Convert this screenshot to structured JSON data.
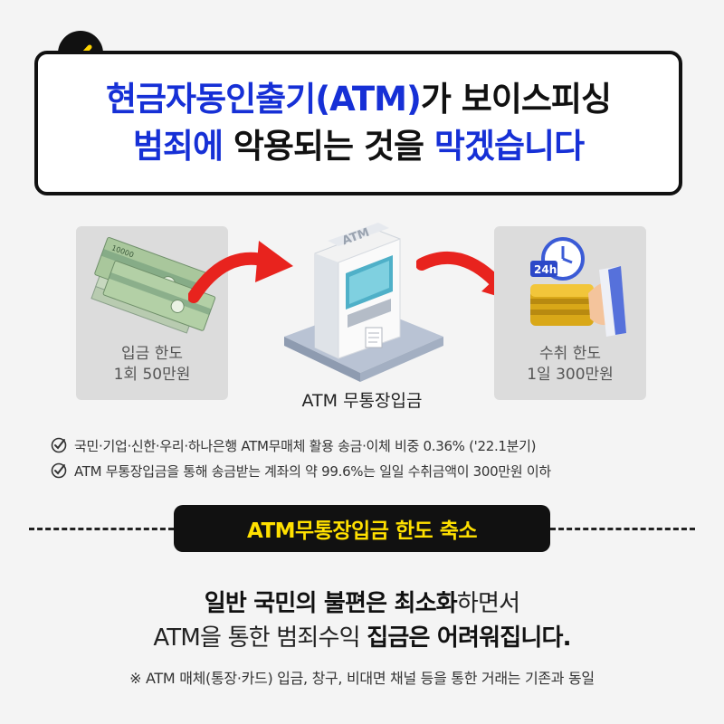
{
  "title": {
    "line1_blue": "현금자동인출기(ATM)",
    "line1_dark": "가 보이스피싱",
    "line2_blue1": "범죄에",
    "line2_dark": " 악용되는 것을 ",
    "line2_blue2": "막겠습니다"
  },
  "flow": {
    "deposit_caption_line1": "입금 한도",
    "deposit_caption_line2": "1회 50만원",
    "atm_label": "ATM 무통장입금",
    "withdraw_caption_line1": "수취 한도",
    "withdraw_caption_line2": "1일 300만원",
    "banknote_value": "10000",
    "clock_badge": "24h"
  },
  "bullets": [
    "국민·기업·신한·우리·하나은행 ATM무매체 활용 송금·이체 비중 0.36% ('22.1분기)",
    "ATM 무통장입금을 통해 송금받는 계좌의 약 99.6%는 일일 수취금액이 300만원 이하"
  ],
  "pill_label": "ATM무통장입금 한도 축소",
  "conclusion": {
    "line1_bold1": "일반 국민의 불편은 최소화",
    "line1_rest": "하면서",
    "line2_start": "ATM을 통한 범죄수익 ",
    "line2_bold": "집금은 어려워집니다."
  },
  "note": "※ ATM 매체(통장·카드) 입금, 창구, 비대면 채널 등을 통한 거래는 기존과 동일",
  "colors": {
    "title_blue": "#1630d6",
    "accent_yellow": "#ffe000",
    "arrow_red": "#e8231e"
  }
}
